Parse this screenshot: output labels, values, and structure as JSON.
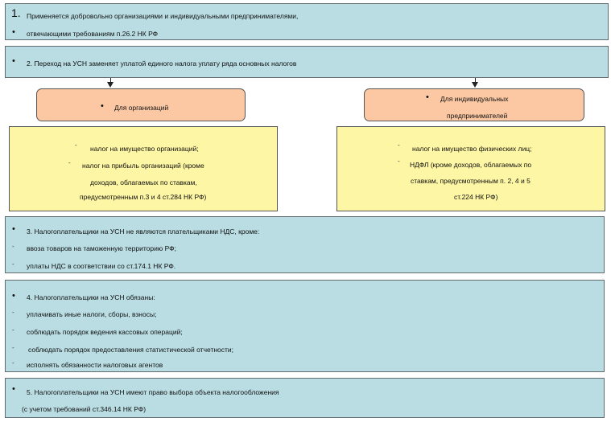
{
  "box1": {
    "number": "1.",
    "line1": "Применяется добровольно организациями и индивидуальными предпринимателями,",
    "line2": "отвечающими требованиям п.26.2 НК РФ"
  },
  "box2": {
    "line1": "2. Переход на УСН заменяет уплатой единого налога уплату ряда основных налогов"
  },
  "left_branch": {
    "title": "Для организаций",
    "items": [
      "налог на имущество организаций;",
      "налог на прибыль организаций (кроме",
      "доходов, облагаемых по ставкам,",
      "предусмотренным п.3 и 4 ст.284 НК РФ)"
    ]
  },
  "right_branch": {
    "title_line1": "Для индивидуальных",
    "title_line2": "предпринимателей",
    "items": [
      "налог на имущество физических лиц;",
      "НДФЛ (кроме доходов, облагаемых по",
      "ставкам, предусмотренным п. 2, 4 и 5",
      "ст.224 НК РФ)"
    ]
  },
  "box3": {
    "line1": "3. Налогоплательщики на УСН не являются плательщиками НДС, кроме:",
    "line2": "ввоза товаров на таможенную территорию РФ;",
    "line3": "уплаты НДС в соответствии со ст.174.1 НК РФ."
  },
  "box4": {
    "line1": "4. Налогоплательщики на УСН обязаны:",
    "line2": "уплачивать иные налоги, сборы, взносы;",
    "line3": "соблюдать порядок ведения кассовых операций;",
    "line4": "соблюдать порядок предоставления статистической отчетности;",
    "line5": "исполнять обязанности налоговых агентов"
  },
  "box5": {
    "line1": "5. Налогоплательщики на УСН имеют право выбора объекта налогообложения",
    "line2": "(с учетом требований ст.346.14 НК РФ)"
  },
  "colors": {
    "blue_box": "#b9dde3",
    "orange_box": "#fbc8a3",
    "yellow_box": "#fdf6a4"
  }
}
